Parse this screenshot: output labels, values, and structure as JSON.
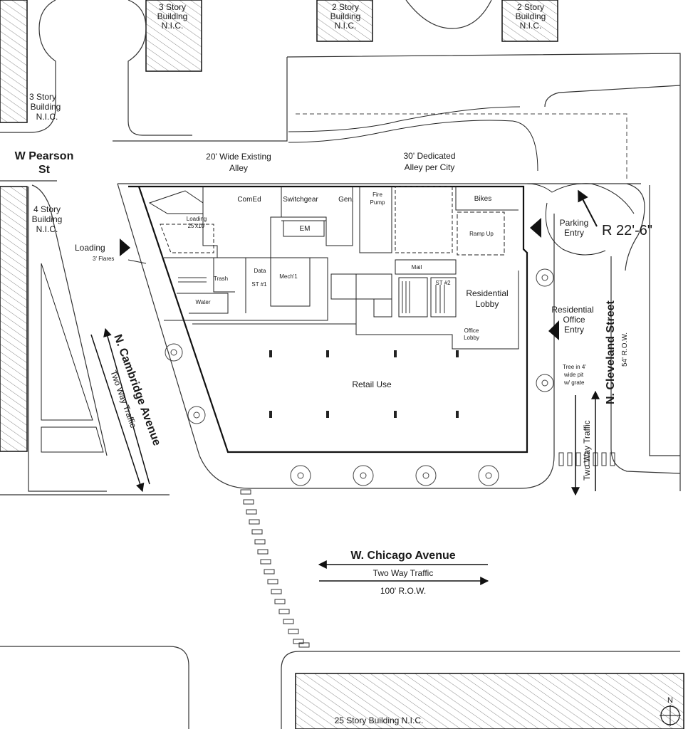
{
  "colors": {
    "line": "#111111",
    "hatch": "#8a8a8a",
    "paper": "#ffffff"
  },
  "neighbors": {
    "top_left_3": [
      "3 Story",
      "Building",
      "N.I.C."
    ],
    "top_mid_2": [
      "2 Story",
      "Building",
      "N.I.C."
    ],
    "top_right_2": [
      "2 Story",
      "Building",
      "N.I.C."
    ],
    "left_3": [
      "3 Story",
      "Building",
      "N.I.C."
    ],
    "left_4": [
      "4 Story",
      "Building",
      "N.I.C."
    ],
    "bottom_25": "25 Story Building N.I.C."
  },
  "streets": {
    "pearson": [
      "W Pearson",
      "St"
    ],
    "cambridge": {
      "name": "N. Cambridge Avenue",
      "traffic": "Two Way Traffic"
    },
    "cleveland": {
      "name": "N. Cleveland Street",
      "row": "54' R.O.W.",
      "traffic": "Two Way Traffic"
    },
    "chicago": {
      "name": "W. Chicago Avenue",
      "traffic": "Two Way Traffic",
      "row": "100' R.O.W."
    }
  },
  "alleys": {
    "existing": [
      "20' Wide Existing",
      "Alley"
    ],
    "dedicated": [
      "30' Dedicated",
      "Alley per City"
    ]
  },
  "rooms": {
    "comed": "ComEd",
    "switchgear": "Switchgear",
    "gen": "Gen.",
    "fire_pump": [
      "Fire",
      "Pump"
    ],
    "bikes": "Bikes",
    "em": "EM",
    "loading_dock": [
      "Loading",
      "25'x10'"
    ],
    "trash": "Trash",
    "data": "Data",
    "mech": "Mech'1",
    "st1": "ST #1",
    "st2": "ST #2",
    "water": "Water",
    "mail": "Mail",
    "ramp": "Ramp Up",
    "res_lobby": [
      "Residential",
      "Lobby"
    ],
    "office_lobby": [
      "Office",
      "Lobby"
    ],
    "retail": "Retail Use"
  },
  "annotations": {
    "loading": "Loading",
    "flares": "3' Flares",
    "parking_entry": [
      "Parking",
      "Entry"
    ],
    "radius": "R 22'-6\"",
    "res_office_entry": [
      "Residential",
      "Office",
      "Entry"
    ],
    "tree_pit": [
      "Tree in 4'",
      "wide pit",
      "w/ grate"
    ],
    "north": "N"
  }
}
